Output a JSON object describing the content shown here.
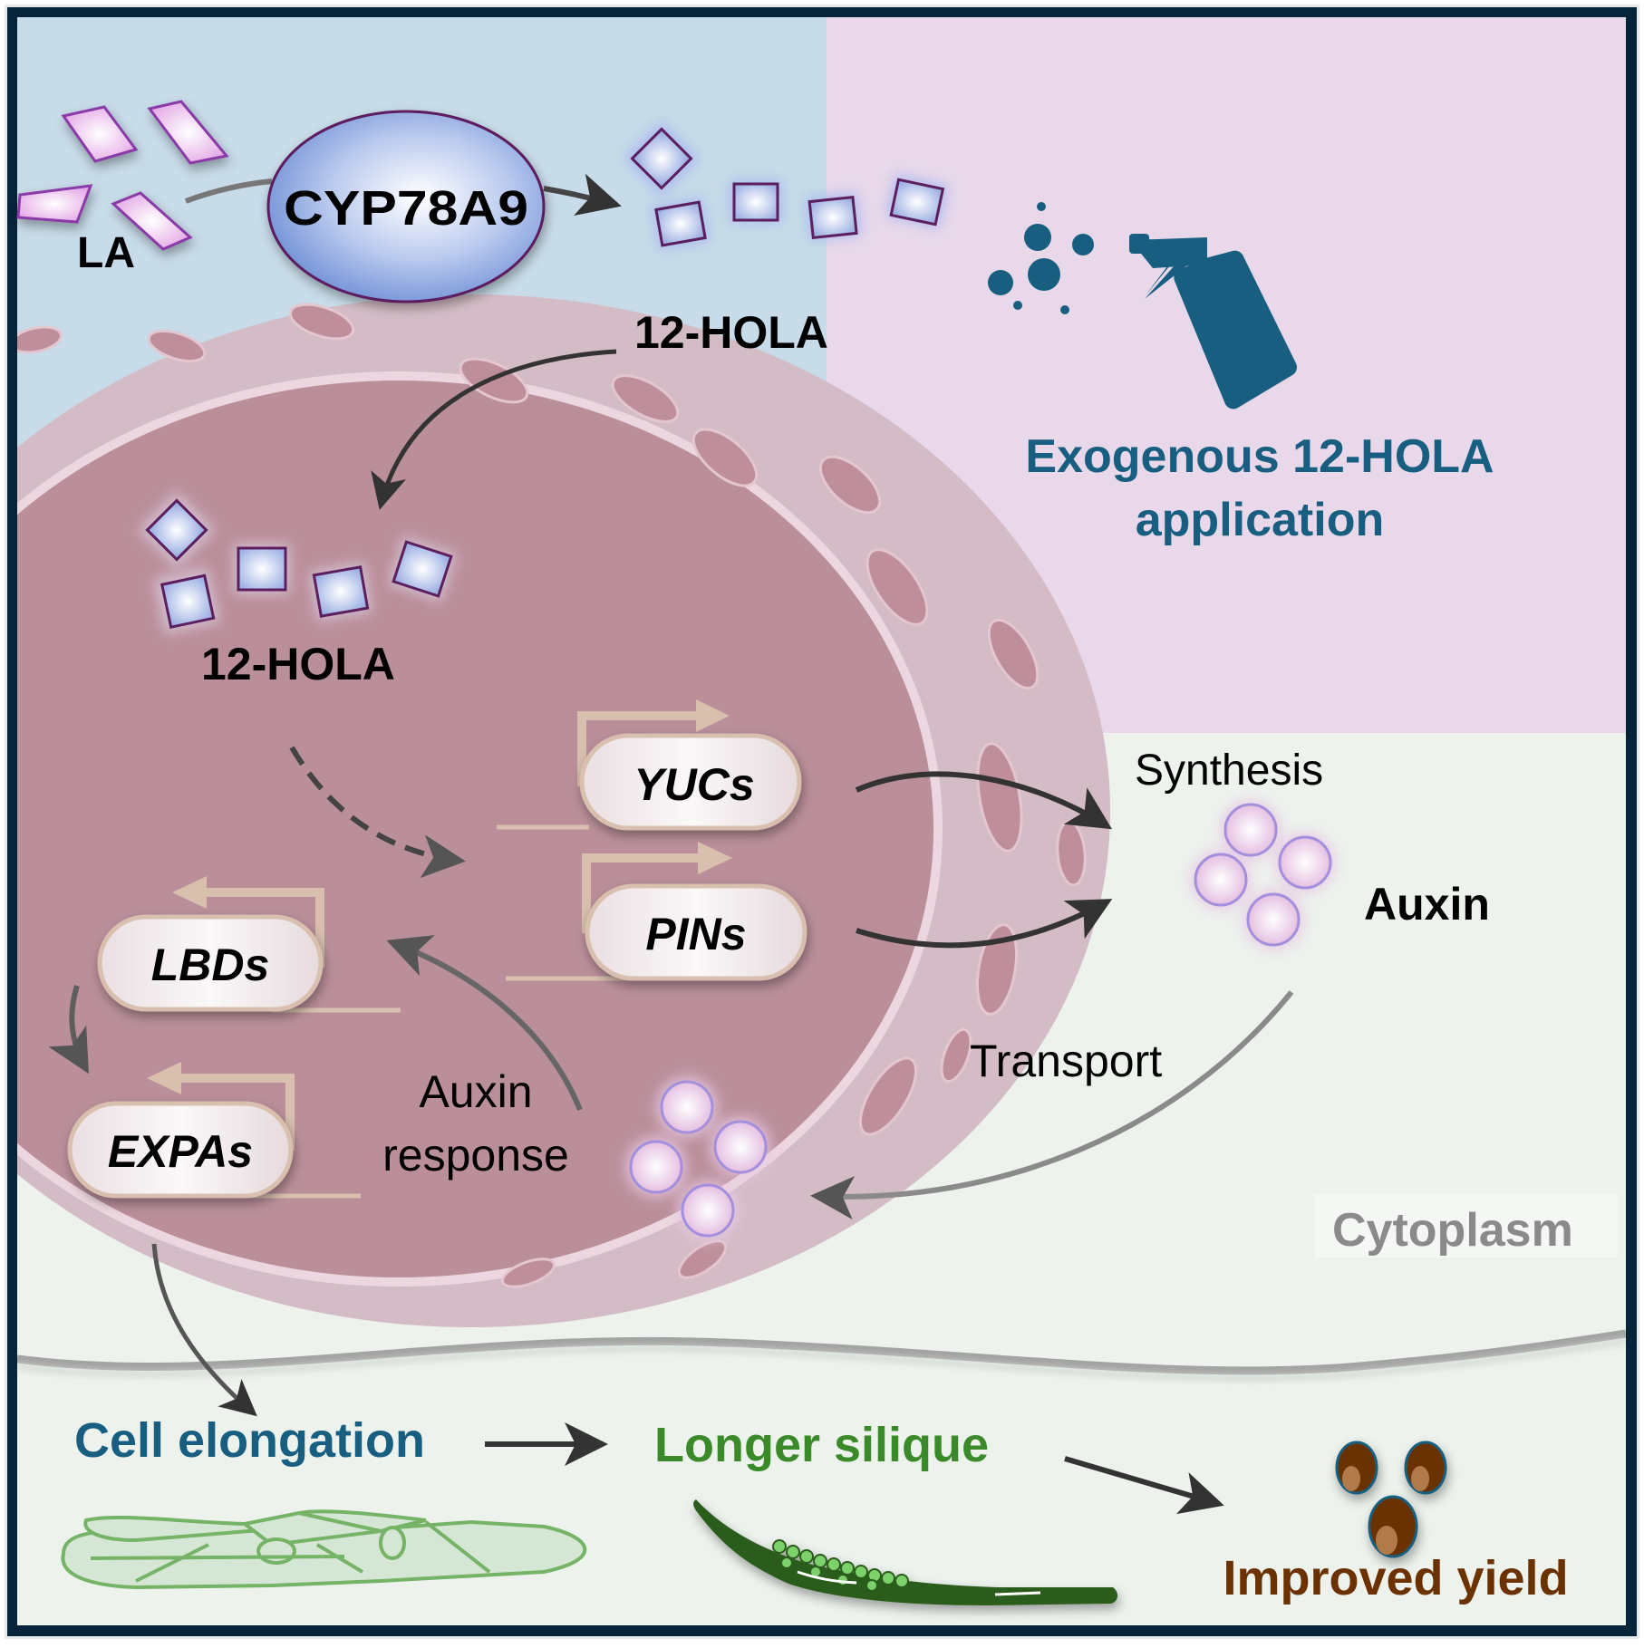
{
  "colors": {
    "frame": "#06243a",
    "biosynthesis_bg": "#c7dbe8",
    "exogenous_bg": "#e8d8ea",
    "cytoplasm_bg": "#edf2ed",
    "nuclear_envelope": "#d4bcc6",
    "nucleoplasm": "#ba8f9a",
    "accent_teal": "#175e80",
    "accent_green": "#3a8a2a",
    "accent_brown": "#6b3200",
    "cytoplasm_label": "#8a8a8a",
    "gene_box_border": "#d8bfae"
  },
  "biosynthesis": {
    "substrate_label": "LA",
    "enzyme_label": "CYP78A9",
    "product_label": "12-HOLA"
  },
  "exogenous": {
    "line1": "Exogenous 12-HOLA",
    "line2": "application",
    "icon": "spray-bottle-icon"
  },
  "nucleus": {
    "hola_label": "12-HOLA",
    "genes": {
      "yucs": "YUCs",
      "pins": "PINs",
      "lbds": "LBDs",
      "expas": "EXPAs"
    },
    "auxin_response_line1": "Auxin",
    "auxin_response_line2": "response"
  },
  "cytoplasm": {
    "synthesis_label": "Synthesis",
    "auxin_label": "Auxin",
    "transport_label": "Transport",
    "region_label": "Cytoplasm"
  },
  "outcome": {
    "cell_elongation": "Cell elongation",
    "longer_silique": "Longer silique",
    "improved_yield": "Improved yield"
  }
}
